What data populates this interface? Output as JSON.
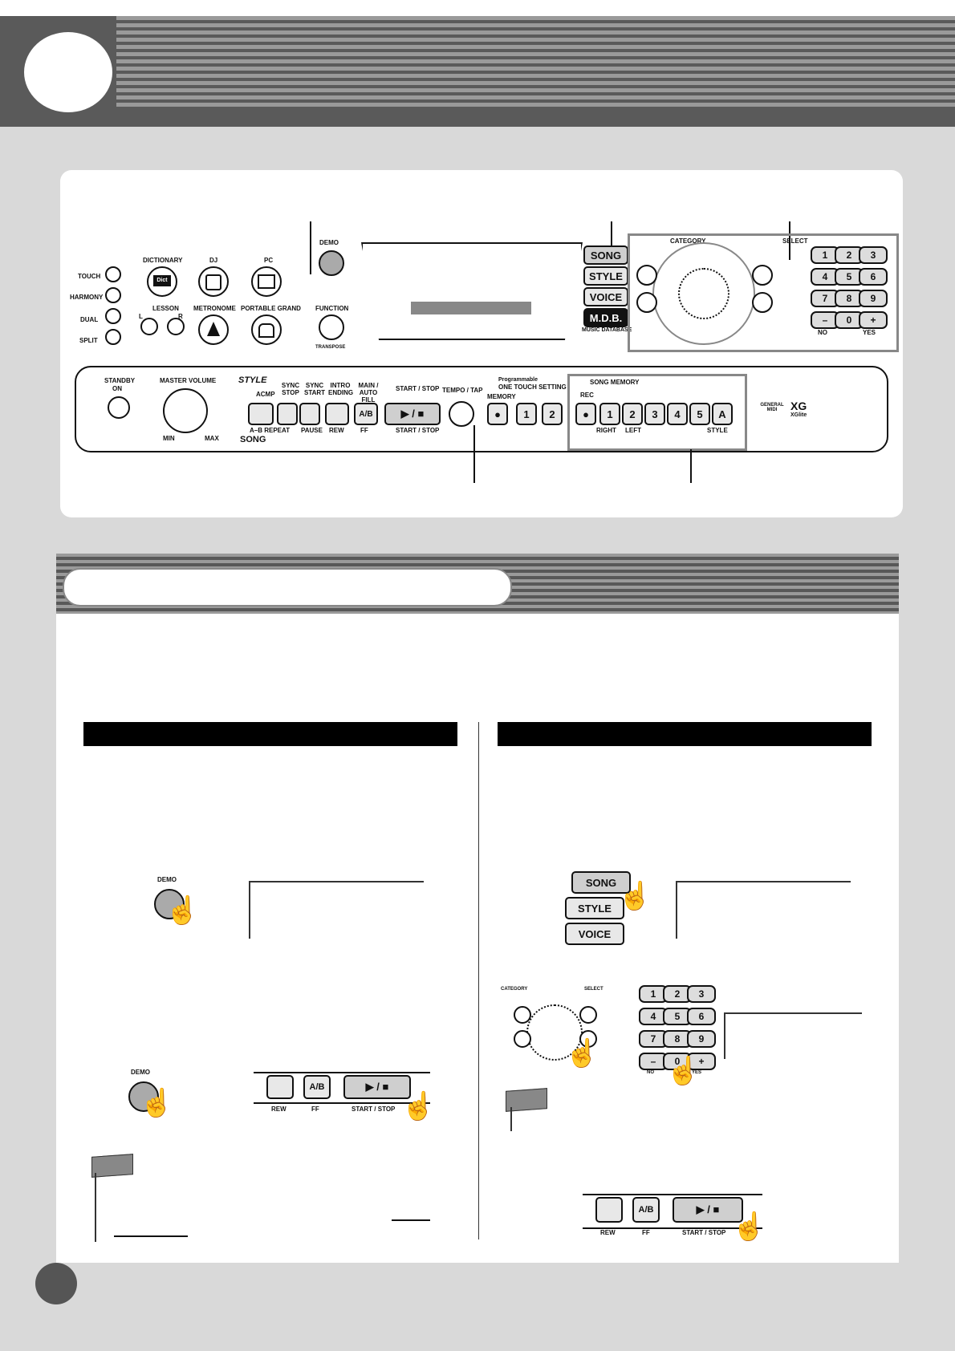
{
  "panel": {
    "left": {
      "touch": "TOUCH",
      "harmony": "HARMONY",
      "dual": "DUAL",
      "split": "SPLIT",
      "dictionary": "DICTIONARY",
      "dict_btn": "Dict",
      "dj": "DJ",
      "pc": "PC",
      "lesson": "LESSON",
      "lesson_l": "L",
      "lesson_r": "R",
      "metronome": "METRONOME",
      "portable_grand": "PORTABLE GRAND",
      "demo": "DEMO",
      "function": "FUNCTION",
      "transpose": "TRANSPOSE"
    },
    "mode": {
      "song": "SONG",
      "style": "STYLE",
      "voice": "VOICE",
      "mdb": "M.D.B.",
      "music_database": "MUSIC DATABASE"
    },
    "dial": {
      "category": "CATEGORY",
      "select": "SELECT"
    },
    "numpad": {
      "keys": [
        "1",
        "2",
        "3",
        "4",
        "5",
        "6",
        "7",
        "8",
        "9",
        "–",
        "0",
        "+"
      ],
      "no": "NO",
      "yes": "YES"
    },
    "bottom": {
      "standby": "STANDBY",
      "on": "ON",
      "master_volume": "MASTER VOLUME",
      "min": "MIN",
      "max": "MAX",
      "style_title": "STYLE",
      "acmp": "ACMP",
      "sync_stop": "SYNC STOP",
      "sync_start": "SYNC START",
      "intro_ending": "INTRO ENDING",
      "main_autofill": "MAIN / AUTO FILL",
      "start_stop_top": "START / STOP",
      "ab_repeat": "A–B REPEAT",
      "song_title": "SONG",
      "pause": "PAUSE",
      "rew": "REW",
      "ff": "FF",
      "start_stop_bottom": "START / STOP",
      "ab_key": "A/B",
      "play_key": "▶ / ■",
      "tempo_tap": "TEMPO / TAP",
      "programmable": "Programmable",
      "one_touch": "ONE TOUCH SETTING",
      "memory": "MEMORY",
      "ots_keys": [
        "●",
        "1",
        "2"
      ],
      "song_memory": "SONG MEMORY",
      "rec": "REC",
      "sm_keys": [
        "●",
        "1",
        "2",
        "3",
        "4",
        "5",
        "A"
      ],
      "right": "RIGHT",
      "left": "LEFT",
      "style_small": "STYLE",
      "gm": "GENERAL MIDI",
      "xg": "XG",
      "xglite": "XGlite"
    }
  },
  "left_col": {
    "demo1": "DEMO",
    "demo2": "DEMO",
    "rew": "REW",
    "ff": "FF",
    "start_stop": "START / STOP",
    "ab_key": "A/B",
    "play_key": "▶ / ■"
  },
  "right_col": {
    "song": "SONG",
    "style": "STYLE",
    "voice": "VOICE",
    "category": "CATEGORY",
    "select": "SELECT",
    "keys": [
      "1",
      "2",
      "3",
      "4",
      "5",
      "6",
      "7",
      "8",
      "9",
      "–",
      "0",
      "+"
    ],
    "no": "NO",
    "yes": "YES",
    "rew": "REW",
    "ff": "FF",
    "start_stop": "START / STOP",
    "ab_key": "A/B",
    "play_key": "▶ / ■"
  }
}
